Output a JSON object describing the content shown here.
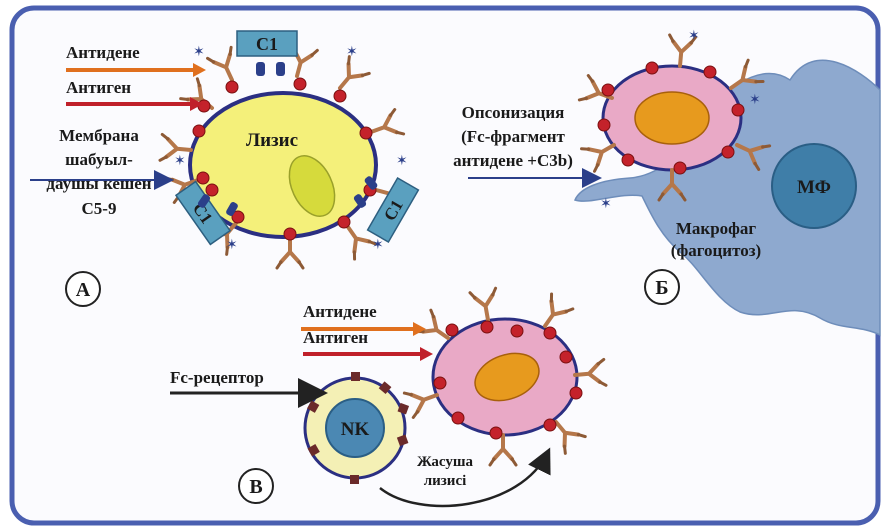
{
  "panel_a": {
    "letter": "A",
    "label_antibody": "Антидене",
    "label_antigen": "Антиген",
    "label_mac_line1": "Мембрана",
    "label_mac_line2": "шабуыл-",
    "label_mac_line3": "даушы кешен",
    "label_mac_line4": "C5-9",
    "label_lysis": "Лизис",
    "c1_label": "C1"
  },
  "panel_b": {
    "letter": "Б",
    "label_opson_line1": "Опсонизация",
    "label_opson_line2": "(Fc-фрагмент",
    "label_opson_line3": "антидене +C3b)",
    "label_macrophage_line1": "Макрофаг",
    "label_macrophage_line2": "(фагоцитоз)",
    "mf_label": "МФ"
  },
  "panel_c": {
    "letter": "В",
    "label_antibody": "Антидене",
    "label_antigen": "Антиген",
    "label_fc_receptor": "Fc-рецептор",
    "nk_label": "NK",
    "label_lysis_line1": "Жасуша",
    "label_lysis_line2": "лизисі"
  },
  "colors": {
    "frame_border": "#4a5fb0",
    "antibody": "#b5774a",
    "antigen_dot": "#c4222b",
    "arrow_antibody": "#e0701e",
    "arrow_antigen": "#c0202a",
    "c1_box": "#5aa0bf",
    "cell_yellow": "#f4f07a",
    "cell_pink": "#e9a9c6",
    "nucleus_orange": "#e79a1e",
    "macrophage": "#8ea9cf",
    "mf_nucleus": "#3f7ea8",
    "nk_cell": "#f4f0b5",
    "nk_nucleus": "#4b88b3"
  }
}
